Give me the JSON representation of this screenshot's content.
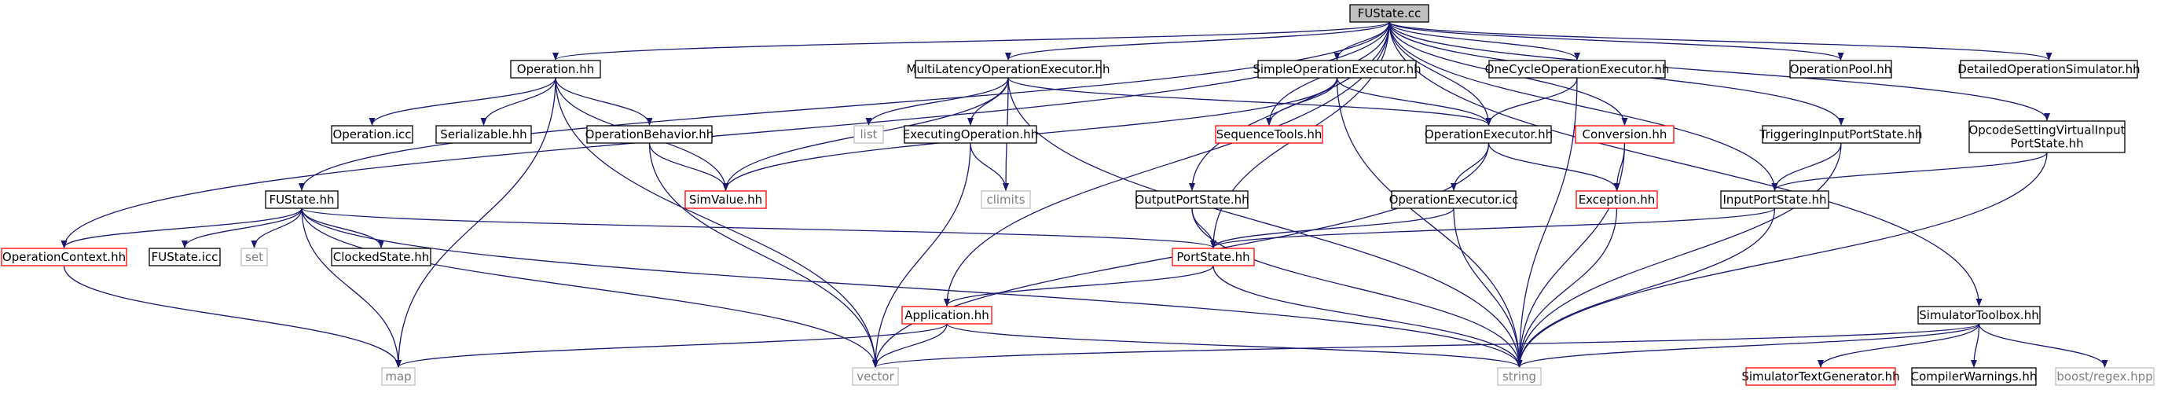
{
  "title": "FUState.cc",
  "colors": {
    "edge": "#191970",
    "root_fill": "#bfbfbf",
    "black_border": "#000000",
    "red_border": "#ff0000",
    "grey_border": "#bfbfbf",
    "grey_text": "#7f7f7f"
  },
  "nodes": [
    {
      "id": "fustate_cc",
      "label": "FUState.cc",
      "style": "root"
    },
    {
      "id": "operation_hh",
      "label": "Operation.hh",
      "style": "black"
    },
    {
      "id": "multilatency",
      "label": "MultiLatencyOperationExecutor.hh",
      "style": "black"
    },
    {
      "id": "simpleop",
      "label": "SimpleOperationExecutor.hh",
      "style": "black"
    },
    {
      "id": "onecycle",
      "label": "OneCycleOperationExecutor.hh",
      "style": "black"
    },
    {
      "id": "oppool",
      "label": "OperationPool.hh",
      "style": "black"
    },
    {
      "id": "detailedsim",
      "label": "DetailedOperationSimulator.hh",
      "style": "black"
    },
    {
      "id": "operation_icc",
      "label": "Operation.icc",
      "style": "black"
    },
    {
      "id": "serializable",
      "label": "Serializable.hh",
      "style": "black"
    },
    {
      "id": "opbehavior",
      "label": "OperationBehavior.hh",
      "style": "black"
    },
    {
      "id": "list",
      "label": "list",
      "style": "grey"
    },
    {
      "id": "executingop",
      "label": "ExecutingOperation.hh",
      "style": "black"
    },
    {
      "id": "seqtools",
      "label": "SequenceTools.hh",
      "style": "red"
    },
    {
      "id": "opexecutor",
      "label": "OperationExecutor.hh",
      "style": "black"
    },
    {
      "id": "conversion",
      "label": "Conversion.hh",
      "style": "red"
    },
    {
      "id": "triggering",
      "label": "TriggeringInputPortState.hh",
      "style": "black"
    },
    {
      "id": "opcodesetting",
      "label": [
        "OpcodeSettingVirtualInput",
        "PortState.hh"
      ],
      "style": "black"
    },
    {
      "id": "simvalue",
      "label": "SimValue.hh",
      "style": "red"
    },
    {
      "id": "climits",
      "label": "climits",
      "style": "grey"
    },
    {
      "id": "fustate_hh",
      "label": "FUState.hh",
      "style": "black"
    },
    {
      "id": "outputport",
      "label": "OutputPortState.hh",
      "style": "black"
    },
    {
      "id": "opexecutor_icc",
      "label": "OperationExecutor.icc",
      "style": "black"
    },
    {
      "id": "exception",
      "label": "Exception.hh",
      "style": "red"
    },
    {
      "id": "inputport",
      "label": "InputPortState.hh",
      "style": "black"
    },
    {
      "id": "opcontext",
      "label": "OperationContext.hh",
      "style": "red"
    },
    {
      "id": "fustate_icc",
      "label": "FUState.icc",
      "style": "black"
    },
    {
      "id": "set",
      "label": "set",
      "style": "grey"
    },
    {
      "id": "clocked",
      "label": "ClockedState.hh",
      "style": "black"
    },
    {
      "id": "portstate",
      "label": "PortState.hh",
      "style": "red"
    },
    {
      "id": "application",
      "label": "Application.hh",
      "style": "red"
    },
    {
      "id": "simtoolbox",
      "label": "SimulatorToolbox.hh",
      "style": "black"
    },
    {
      "id": "map",
      "label": "map",
      "style": "grey"
    },
    {
      "id": "vector",
      "label": "vector",
      "style": "grey"
    },
    {
      "id": "string",
      "label": "string",
      "style": "grey"
    },
    {
      "id": "simtextgen",
      "label": "SimulatorTextGenerator.hh",
      "style": "red"
    },
    {
      "id": "compilerwarn",
      "label": "CompilerWarnings.hh",
      "style": "black"
    },
    {
      "id": "boostregex",
      "label": "boost/regex.hpp",
      "style": "grey"
    }
  ],
  "edges": [
    [
      "fustate_cc",
      "operation_hh"
    ],
    [
      "fustate_cc",
      "multilatency"
    ],
    [
      "fustate_cc",
      "simpleop"
    ],
    [
      "fustate_cc",
      "onecycle"
    ],
    [
      "fustate_cc",
      "oppool"
    ],
    [
      "fustate_cc",
      "detailedsim"
    ],
    [
      "fustate_cc",
      "fustate_hh"
    ],
    [
      "fustate_cc",
      "opcontext"
    ],
    [
      "fustate_cc",
      "application"
    ],
    [
      "fustate_cc",
      "seqtools"
    ],
    [
      "fustate_cc",
      "opexecutor"
    ],
    [
      "fustate_cc",
      "conversion"
    ],
    [
      "fustate_cc",
      "triggering"
    ],
    [
      "fustate_cc",
      "opcodesetting"
    ],
    [
      "fustate_cc",
      "outputport"
    ],
    [
      "fustate_cc",
      "portstate"
    ],
    [
      "fustate_cc",
      "inputport"
    ],
    [
      "fustate_cc",
      "simtoolbox"
    ],
    [
      "operation_hh",
      "operation_icc"
    ],
    [
      "operation_hh",
      "serializable"
    ],
    [
      "operation_hh",
      "opbehavior"
    ],
    [
      "operation_hh",
      "simvalue"
    ],
    [
      "operation_hh",
      "map"
    ],
    [
      "operation_hh",
      "vector"
    ],
    [
      "multilatency",
      "list"
    ],
    [
      "multilatency",
      "executingop"
    ],
    [
      "multilatency",
      "climits"
    ],
    [
      "multilatency",
      "simvalue"
    ],
    [
      "multilatency",
      "opexecutor"
    ],
    [
      "multilatency",
      "string"
    ],
    [
      "simpleop",
      "seqtools"
    ],
    [
      "simpleop",
      "opexecutor"
    ],
    [
      "simpleop",
      "simvalue"
    ],
    [
      "simpleop",
      "string"
    ],
    [
      "onecycle",
      "opexecutor"
    ],
    [
      "onecycle",
      "string"
    ],
    [
      "opbehavior",
      "simvalue"
    ],
    [
      "opbehavior",
      "vector"
    ],
    [
      "executingop",
      "climits"
    ],
    [
      "executingop",
      "vector"
    ],
    [
      "opexecutor",
      "opexecutor_icc"
    ],
    [
      "opexecutor",
      "exception"
    ],
    [
      "opexecutor",
      "vector"
    ],
    [
      "conversion",
      "exception"
    ],
    [
      "conversion",
      "string"
    ],
    [
      "triggering",
      "inputport"
    ],
    [
      "triggering",
      "string"
    ],
    [
      "opcodesetting",
      "inputport"
    ],
    [
      "opcodesetting",
      "string"
    ],
    [
      "fustate_hh",
      "opcontext"
    ],
    [
      "fustate_hh",
      "fustate_icc"
    ],
    [
      "fustate_hh",
      "set"
    ],
    [
      "fustate_hh",
      "clocked"
    ],
    [
      "fustate_hh",
      "portstate"
    ],
    [
      "fustate_hh",
      "map"
    ],
    [
      "fustate_hh",
      "vector"
    ],
    [
      "fustate_hh",
      "string"
    ],
    [
      "outputport",
      "portstate"
    ],
    [
      "outputport",
      "string"
    ],
    [
      "opexecutor_icc",
      "portstate"
    ],
    [
      "opexecutor_icc",
      "string"
    ],
    [
      "exception",
      "string"
    ],
    [
      "inputport",
      "portstate"
    ],
    [
      "inputport",
      "string"
    ],
    [
      "opcontext",
      "map"
    ],
    [
      "portstate",
      "application"
    ],
    [
      "portstate",
      "string"
    ],
    [
      "application",
      "map"
    ],
    [
      "application",
      "vector"
    ],
    [
      "application",
      "string"
    ],
    [
      "simtoolbox",
      "simtextgen"
    ],
    [
      "simtoolbox",
      "compilerwarn"
    ],
    [
      "simtoolbox",
      "boostregex"
    ],
    [
      "simtoolbox",
      "string"
    ],
    [
      "simtoolbox",
      "vector"
    ]
  ]
}
